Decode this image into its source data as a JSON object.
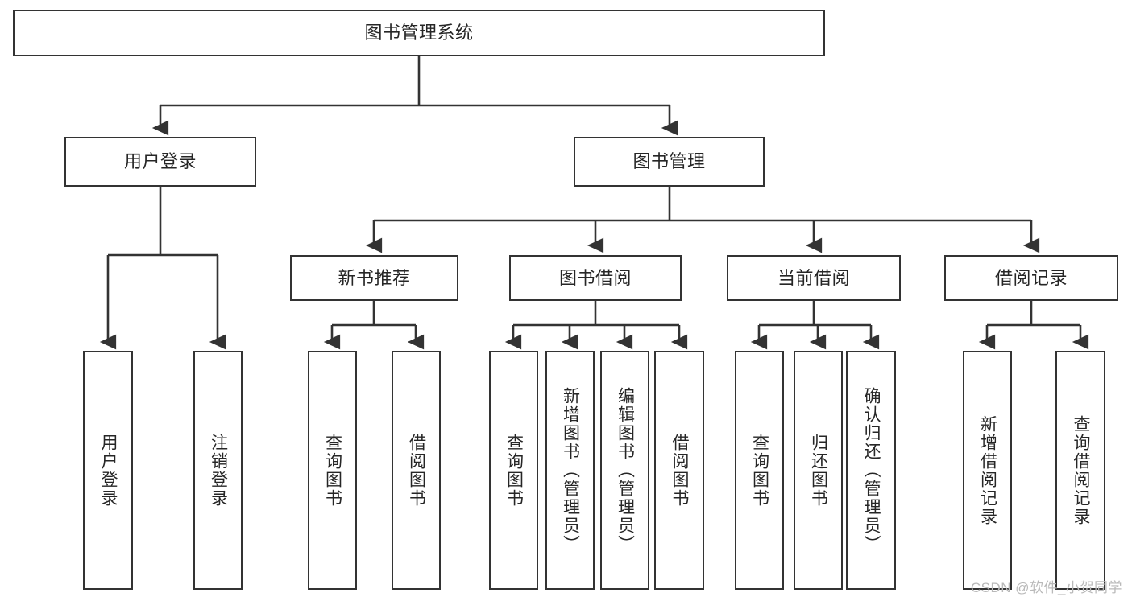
{
  "diagram": {
    "title": "图书管理系统",
    "type": "tree",
    "colors": {
      "border": "#333333",
      "background": "#ffffff",
      "text": "#262626",
      "connector": "#333333",
      "watermark": "#b9b9b9"
    },
    "nodes": {
      "root": {
        "label": "图书管理系统",
        "level": 1,
        "orientation": "horizontal"
      },
      "user_login": {
        "label": "用户登录",
        "level": 2,
        "orientation": "horizontal"
      },
      "book_manage": {
        "label": "图书管理",
        "level": 2,
        "orientation": "horizontal"
      },
      "new_book_rec": {
        "label": "新书推荐",
        "level": 3,
        "orientation": "horizontal"
      },
      "book_borrow": {
        "label": "图书借阅",
        "level": 3,
        "orientation": "horizontal"
      },
      "current_borrow": {
        "label": "当前借阅",
        "level": 3,
        "orientation": "horizontal"
      },
      "borrow_record": {
        "label": "借阅记录",
        "level": 3,
        "orientation": "horizontal"
      },
      "leaf_user_login": {
        "label": "用户登录",
        "level": 4,
        "orientation": "vertical"
      },
      "leaf_logout": {
        "label": "注销登录",
        "level": 4,
        "orientation": "vertical"
      },
      "leaf_query_book_1": {
        "label": "查询图书",
        "level": 4,
        "orientation": "vertical"
      },
      "leaf_borrow_book_1": {
        "label": "借阅图书",
        "level": 4,
        "orientation": "vertical"
      },
      "leaf_query_book_2": {
        "label": "查询图书",
        "level": 4,
        "orientation": "vertical"
      },
      "leaf_add_book": {
        "label": "新增图书（管理员）",
        "level": 4,
        "orientation": "vertical"
      },
      "leaf_edit_book": {
        "label": "编辑图书（管理员）",
        "level": 4,
        "orientation": "vertical"
      },
      "leaf_borrow_book_2": {
        "label": "借阅图书",
        "level": 4,
        "orientation": "vertical"
      },
      "leaf_query_book_3": {
        "label": "查询图书",
        "level": 4,
        "orientation": "vertical"
      },
      "leaf_return_book": {
        "label": "归还图书",
        "level": 4,
        "orientation": "vertical"
      },
      "leaf_confirm_return": {
        "label": "确认归还（管理员）",
        "level": 4,
        "orientation": "vertical"
      },
      "leaf_add_record": {
        "label": "新增借阅记录",
        "level": 4,
        "orientation": "vertical"
      },
      "leaf_query_record": {
        "label": "查询借阅记录",
        "level": 4,
        "orientation": "vertical"
      }
    },
    "watermark": "CSDN @软件_小贺同学"
  }
}
